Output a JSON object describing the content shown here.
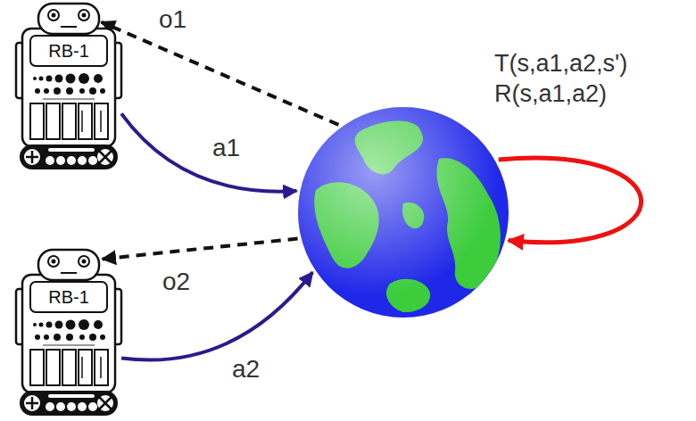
{
  "diagram": {
    "nodes": [
      {
        "text": [
          "RB-1"
        ]
      },
      {
        "text": [
          "T(s,a1,a2,s')",
          "R(s,a1,a2)"
        ]
      },
      {
        "text": [
          "RB-1"
        ]
      }
    ],
    "edges": [
      {
        "from": 1,
        "to": 0,
        "arrow": "to",
        "label": "o1"
      },
      {
        "from": 0,
        "to": 1,
        "arrow": "to",
        "label": "a1"
      },
      {
        "from": 1,
        "to": 1,
        "arrow": "to"
      },
      {
        "from": 1,
        "to": 2,
        "arrow": "to",
        "label": "o2"
      },
      {
        "from": 2,
        "to": 1,
        "arrow": "to",
        "label": "a2"
      }
    ]
  }
}
